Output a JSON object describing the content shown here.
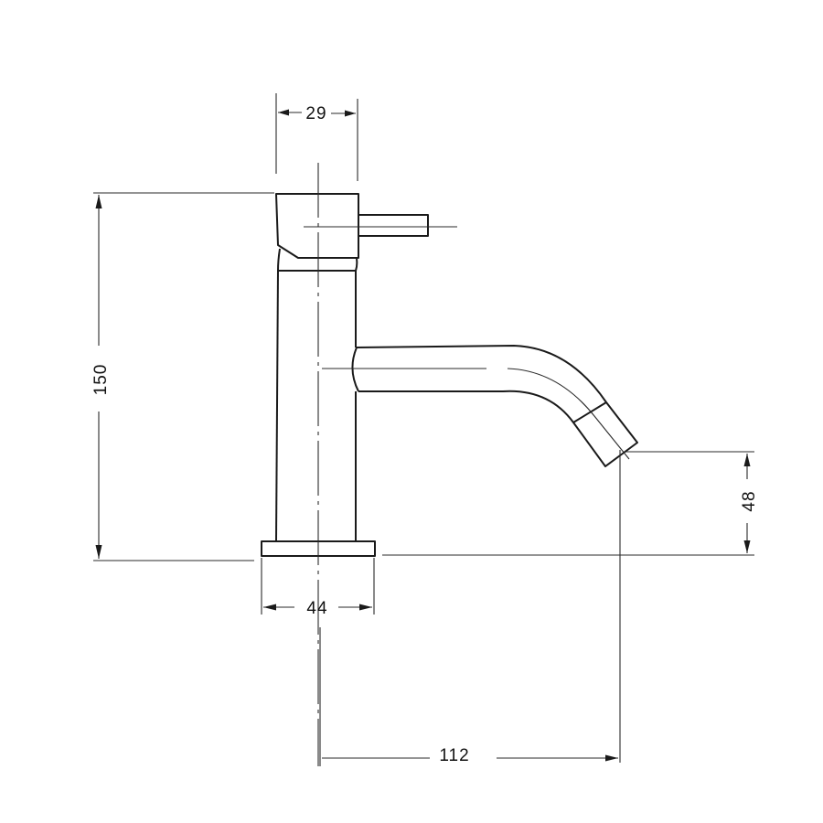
{
  "drawing": {
    "subject": "basin tap side elevation",
    "units": "mm",
    "dimensions": {
      "handle_width": "29",
      "total_height": "150",
      "base_width": "44",
      "spout_height": "48",
      "spout_reach": "112"
    }
  }
}
